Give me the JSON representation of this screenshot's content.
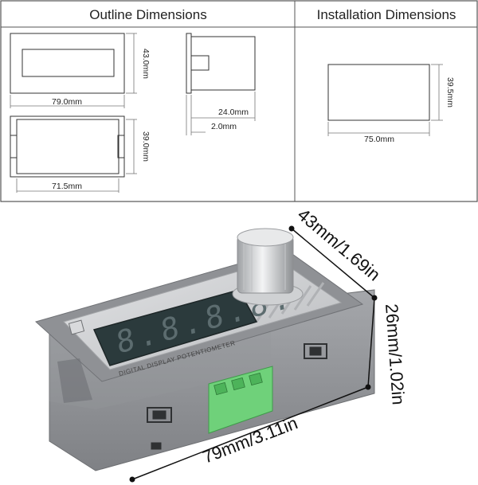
{
  "table": {
    "outline_title": "Outline Dimensions",
    "installation_title": "Installation Dimensions"
  },
  "outline": {
    "front_width": "79.0mm",
    "front_height": "43.0mm",
    "side_depth": "24.0mm",
    "side_flange": "2.0mm",
    "back_width": "71.5mm",
    "back_height": "39.0mm"
  },
  "installation": {
    "cutout_width": "75.0mm",
    "cutout_height": "39.5mm"
  },
  "photo": {
    "depth_label": "43mm/1.69in",
    "height_label": "26mm/1.02in",
    "width_label": "79mm/3.11in",
    "panel_print": "DIGITAL DISPLAY POTENTIOMETER",
    "display_digits": "8.8.8.8."
  },
  "colors": {
    "housing": "#8e9094",
    "panel": "#c9cacc",
    "display": "#2b3a3c",
    "terminal": "#6fd17a",
    "knob": "#d8dadc"
  }
}
